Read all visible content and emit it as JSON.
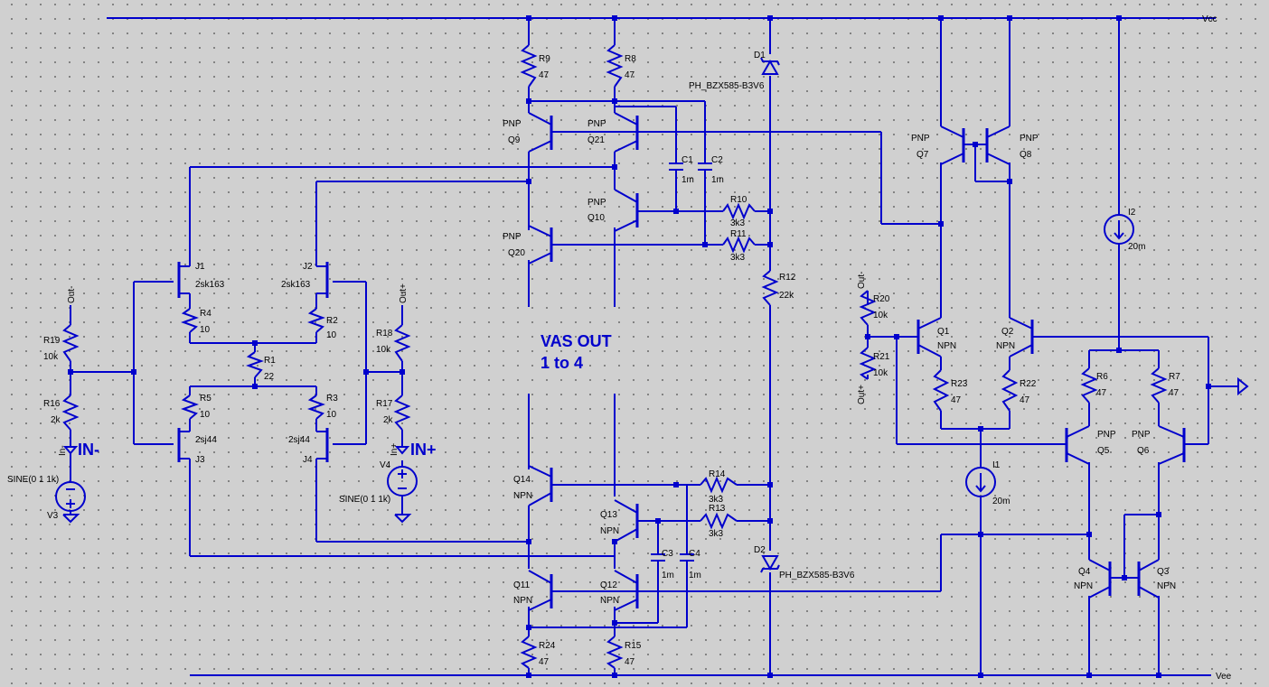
{
  "colors": {
    "background": "#d0d0d0",
    "grid_dots": "#4a4a4a",
    "wire": "#0000cc",
    "label": "#000000"
  },
  "rails": {
    "vcc": "Vcc",
    "vee": "Vee"
  },
  "annotations": {
    "vas_out_line1": "VAS OUT",
    "vas_out_line2": "1 to 4",
    "in_minus": "IN-",
    "in_plus": "IN+"
  },
  "net_labels": {
    "out_minus_left": "Out-",
    "out_plus_right": "Out+",
    "in_minus_port": "In-",
    "in_plus_port": "In+",
    "out_minus_r20": "Out-",
    "out_plus_r21": "Out+"
  },
  "components": {
    "R9": {
      "name": "R9",
      "value": "47"
    },
    "R8": {
      "name": "R8",
      "value": "47"
    },
    "R10": {
      "name": "R10",
      "value": "3k3"
    },
    "R11": {
      "name": "R11",
      "value": "3k3"
    },
    "R12": {
      "name": "R12",
      "value": "22k"
    },
    "R13": {
      "name": "R13",
      "value": "3k3"
    },
    "R14": {
      "name": "R14",
      "value": "3k3"
    },
    "R15": {
      "name": "R15",
      "value": "47"
    },
    "R24": {
      "name": "R24",
      "value": "47"
    },
    "R4": {
      "name": "R4",
      "value": "10"
    },
    "R2": {
      "name": "R2",
      "value": "10"
    },
    "R1": {
      "name": "R1",
      "value": "22"
    },
    "R5": {
      "name": "R5",
      "value": "10"
    },
    "R3": {
      "name": "R3",
      "value": "10"
    },
    "R19": {
      "name": "R19",
      "value": "10k"
    },
    "R16": {
      "name": "R16",
      "value": "2k"
    },
    "R18": {
      "name": "R18",
      "value": "10k"
    },
    "R17": {
      "name": "R17",
      "value": "2k"
    },
    "R20": {
      "name": "R20",
      "value": "10k"
    },
    "R21": {
      "name": "R21",
      "value": "10k"
    },
    "R23": {
      "name": "R23",
      "value": "47"
    },
    "R22": {
      "name": "R22",
      "value": "47"
    },
    "R6": {
      "name": "R6",
      "value": "47"
    },
    "R7": {
      "name": "R7",
      "value": "47"
    },
    "C1": {
      "name": "C1",
      "value": "1m"
    },
    "C2": {
      "name": "C2",
      "value": "1m"
    },
    "C3": {
      "name": "C3",
      "value": "1m"
    },
    "C4": {
      "name": "C4",
      "value": "1m"
    },
    "D1": {
      "name": "D1",
      "value": "PH_BZX585-B3V6"
    },
    "D2": {
      "name": "D2",
      "value": "PH_BZX585-B3V6"
    },
    "I1": {
      "name": "I1",
      "value": "20m"
    },
    "I2": {
      "name": "I2",
      "value": "20m"
    },
    "V3": {
      "name": "V3",
      "value": "SINE(0 1 1k)"
    },
    "V4": {
      "name": "V4",
      "value": "SINE(0 1 1k)"
    },
    "J1": {
      "name": "J1",
      "value": "2sk163"
    },
    "J2": {
      "name": "J2",
      "value": "2sk163"
    },
    "J3": {
      "name": "J3",
      "value": "2sj44"
    },
    "J4": {
      "name": "J4",
      "value": "2sj44"
    },
    "Q9": {
      "name": "Q9",
      "value": "PNP"
    },
    "Q21": {
      "name": "Q21",
      "value": "PNP"
    },
    "Q10": {
      "name": "Q10",
      "value": "PNP"
    },
    "Q20": {
      "name": "Q20",
      "value": "PNP"
    },
    "Q14": {
      "name": "Q14",
      "value": "NPN"
    },
    "Q13": {
      "name": "Q13",
      "value": "NPN"
    },
    "Q11": {
      "name": "Q11",
      "value": "NPN"
    },
    "Q12": {
      "name": "Q12",
      "value": "NPN"
    },
    "Q7": {
      "name": "Q7",
      "value": "PNP"
    },
    "Q8": {
      "name": "Q8",
      "value": "PNP"
    },
    "Q1": {
      "name": "Q1",
      "value": "NPN"
    },
    "Q2": {
      "name": "Q2",
      "value": "NPN"
    },
    "Q5": {
      "name": "Q5",
      "value": "PNP"
    },
    "Q6": {
      "name": "Q6",
      "value": "PNP"
    },
    "Q4": {
      "name": "Q4",
      "value": "NPN"
    },
    "Q3": {
      "name": "Q3",
      "value": "NPN"
    }
  }
}
